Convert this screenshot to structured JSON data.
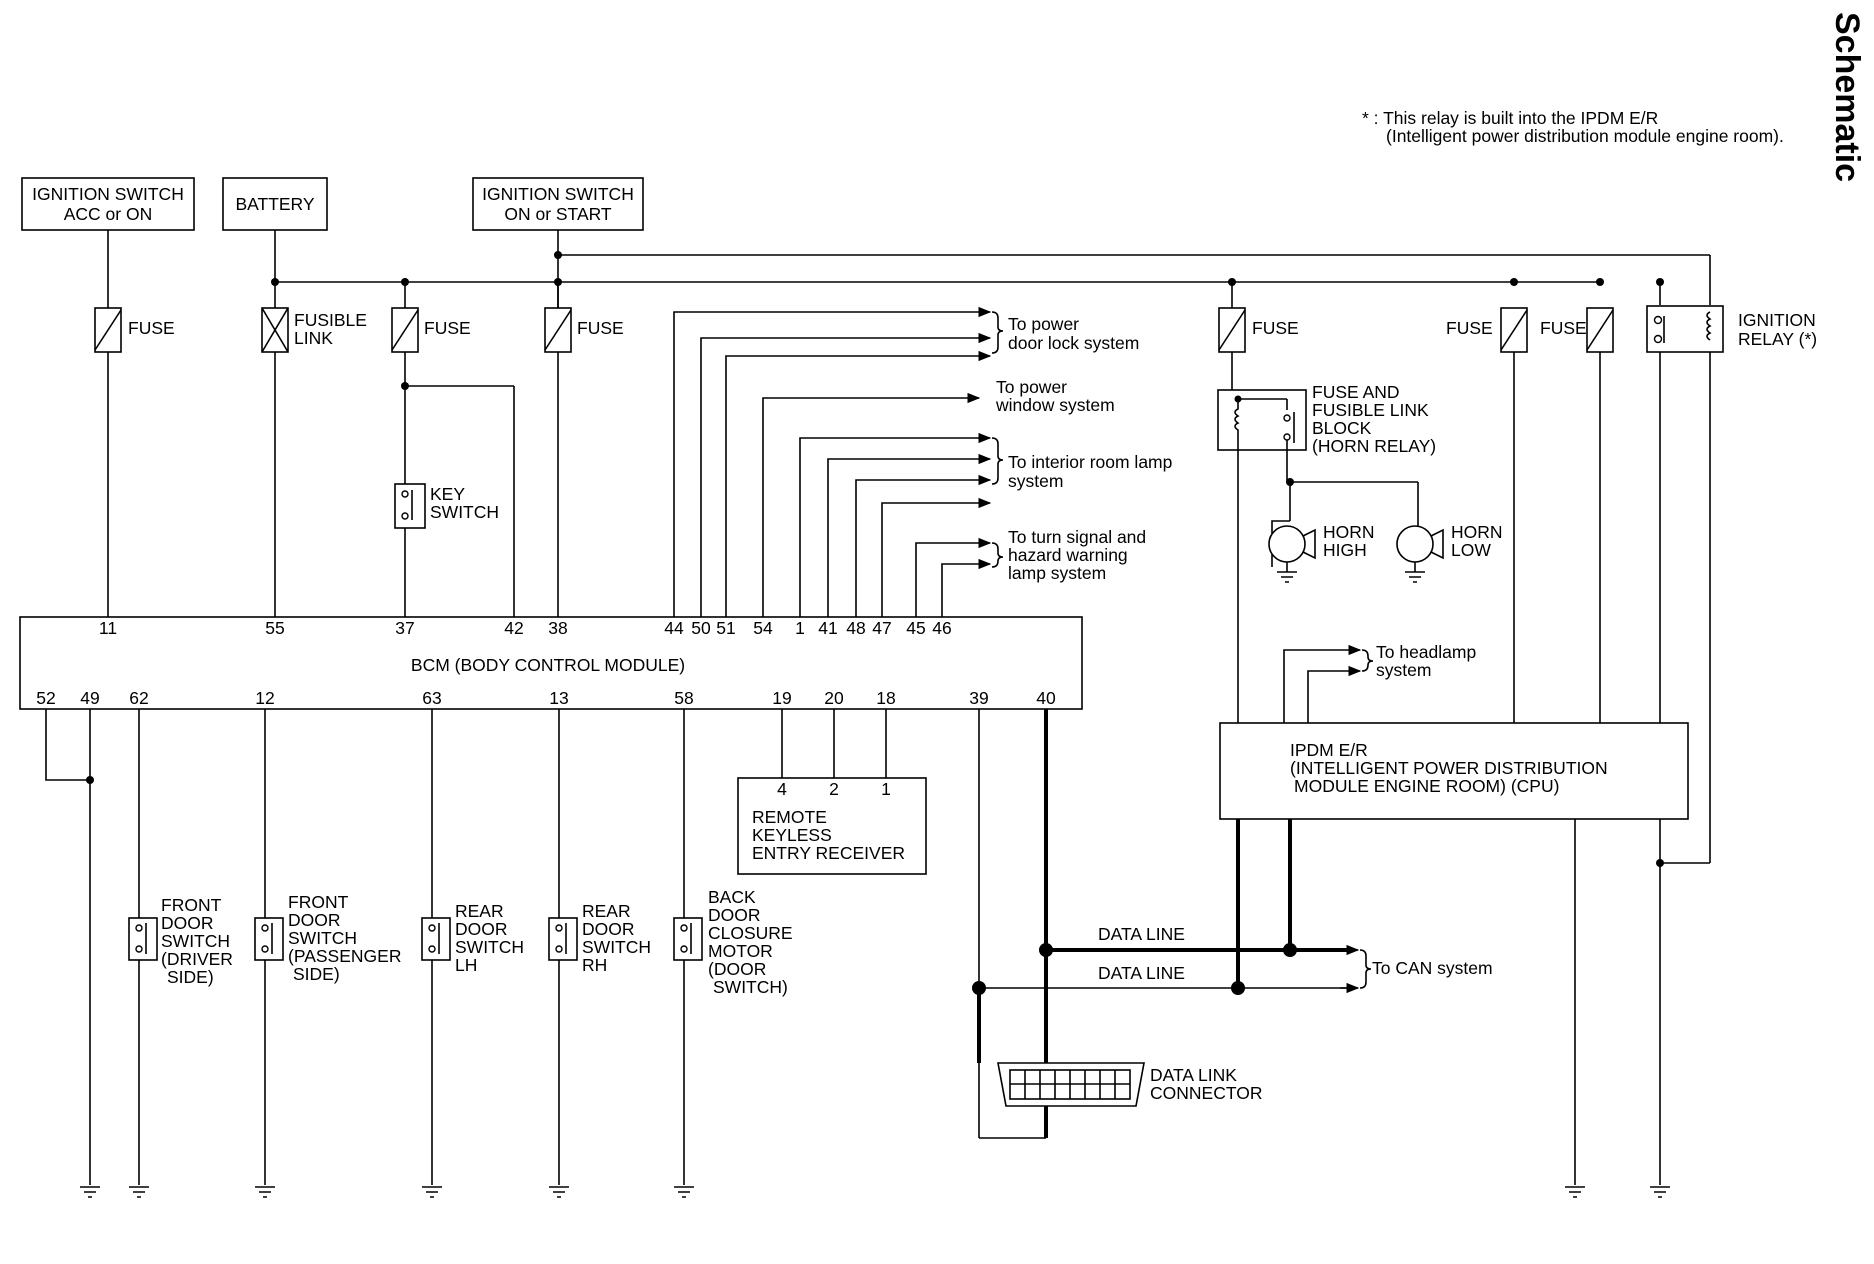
{
  "page_title": "Schematic",
  "footnote": {
    "line1": "* : This relay is built into the IPDM E/R",
    "line2": "(Intelligent power distribution module engine room)."
  },
  "power_sources": {
    "ign_acc_on": [
      "IGNITION SWITCH",
      "ACC or ON"
    ],
    "battery": "BATTERY",
    "ign_on_start": [
      "IGNITION SWITCH",
      "ON or START"
    ]
  },
  "fuses": {
    "fuse": "FUSE",
    "fusible_link": [
      "FUSIBLE",
      "LINK"
    ]
  },
  "key_switch": [
    "KEY",
    "SWITCH"
  ],
  "ignition_relay": [
    "IGNITION",
    "RELAY (*)"
  ],
  "horn_relay_block": [
    "FUSE AND",
    "FUSIBLE LINK",
    "BLOCK",
    "(HORN RELAY)"
  ],
  "horns": {
    "high": [
      "HORN",
      "HIGH"
    ],
    "low": [
      "HORN",
      "LOW"
    ]
  },
  "destinations": {
    "power_door_lock": [
      "To power",
      "door lock system"
    ],
    "power_window": [
      "To power",
      "window system"
    ],
    "interior_lamp": [
      "To interior room lamp",
      "system"
    ],
    "turn_signal": [
      "To turn signal and",
      "hazard warning",
      "lamp system"
    ],
    "headlamp": [
      "To headlamp",
      "system"
    ],
    "can": "To CAN system"
  },
  "bcm": {
    "label": "BCM (BODY CONTROL MODULE)",
    "top_pins": [
      "11",
      "55",
      "37",
      "42",
      "38",
      "44",
      "50",
      "51",
      "54",
      "1",
      "41",
      "48",
      "47",
      "45",
      "46"
    ],
    "bottom_pins": [
      "52",
      "49",
      "62",
      "12",
      "63",
      "13",
      "58",
      "19",
      "20",
      "18",
      "39",
      "40"
    ]
  },
  "receiver": {
    "pins": [
      "4",
      "2",
      "1"
    ],
    "label": [
      "REMOTE",
      "KEYLESS",
      "ENTRY RECEIVER"
    ]
  },
  "ipdm": [
    "IPDM E/R",
    "(INTELLIGENT POWER DISTRIBUTION",
    "MODULE ENGINE ROOM) (CPU)"
  ],
  "switches": {
    "front_driver": [
      "FRONT",
      "DOOR",
      "SWITCH",
      "(DRIVER",
      "SIDE)"
    ],
    "front_passenger": [
      "FRONT",
      "DOOR",
      "SWITCH",
      "(PASSENGER",
      "SIDE)"
    ],
    "rear_lh": [
      "REAR",
      "DOOR",
      "SWITCH",
      "LH"
    ],
    "rear_rh": [
      "REAR",
      "DOOR",
      "SWITCH",
      "RH"
    ],
    "back_door": [
      "BACK",
      "DOOR",
      "CLOSURE",
      "MOTOR",
      "(DOOR",
      "SWITCH)"
    ]
  },
  "data_line": "DATA LINE",
  "data_link_connector": [
    "DATA LINK",
    "CONNECTOR"
  ]
}
